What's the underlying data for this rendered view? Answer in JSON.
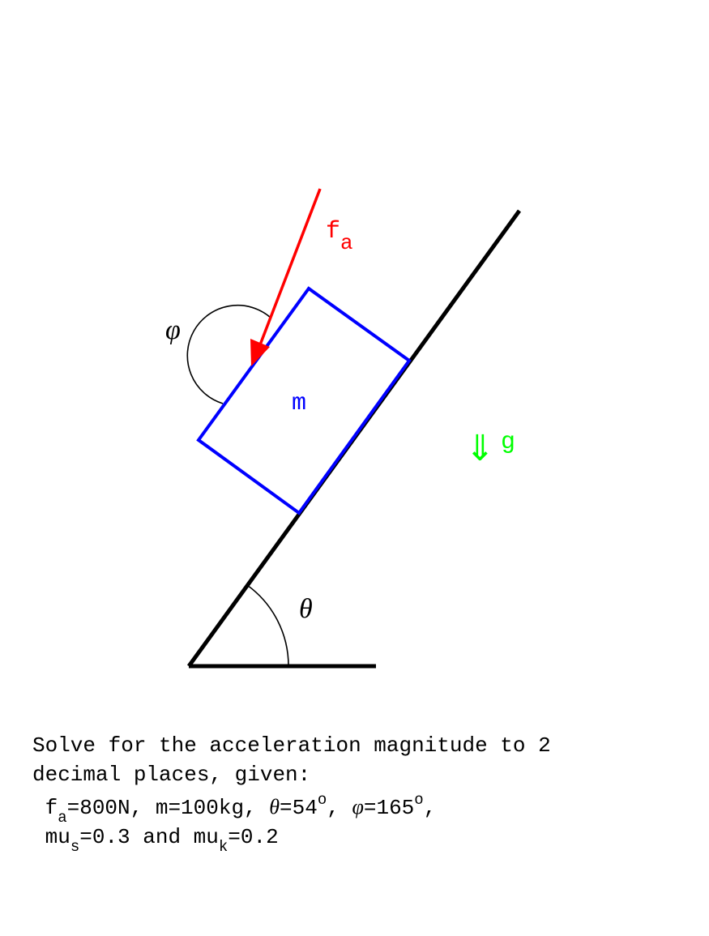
{
  "diagram": {
    "labels": {
      "force": "f",
      "force_sub": "a",
      "phi": "φ",
      "mass": "m",
      "gravity_arrow": "⇓",
      "gravity": "g",
      "theta": "θ"
    },
    "colors": {
      "incline": "#000000",
      "block": "#0000ff",
      "force": "#ff0000",
      "gravity": "#00ff00"
    }
  },
  "problem": {
    "line1": "Solve for the acceleration magnitude to 2",
    "line2": "decimal places, given:",
    "fa_name": "f",
    "fa_sub": "a",
    "fa_value": "=800N, m=100kg, ",
    "theta_symbol": "θ",
    "theta_value": "=54",
    "degree": "o",
    "sep": ", ",
    "phi_symbol": "φ",
    "phi_value": "=165",
    "end": ",",
    "mu_name": "mu",
    "mus_sub": "s",
    "mus_value": "=0.3 and ",
    "muk_sub": "k",
    "muk_value": "=0.2"
  }
}
